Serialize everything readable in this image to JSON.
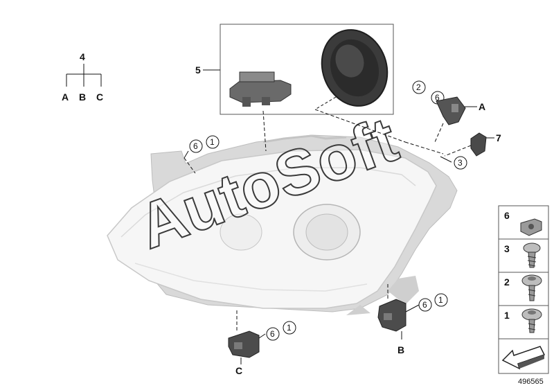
{
  "diagram": {
    "diagram_number": "496565",
    "watermark": "AutoSoft",
    "tree": {
      "parent": "4",
      "children": [
        "A",
        "B",
        "C"
      ]
    },
    "callouts": {
      "kit": "5",
      "cap": "7",
      "screw": "3",
      "bracket_a": {
        "circles": [
          "2",
          "6"
        ],
        "letter": "A"
      },
      "bracket_top_left": {
        "circles": [
          "6",
          "1"
        ]
      },
      "bracket_b": {
        "circles": [
          "6",
          "1"
        ],
        "letter": "B"
      },
      "bracket_c": {
        "circles": [
          "6",
          "1"
        ],
        "letter": "C"
      }
    },
    "legend": [
      {
        "number": "6",
        "part": "clip-nut"
      },
      {
        "number": "3",
        "part": "self-tapping-screw"
      },
      {
        "number": "2",
        "part": "collar-screw"
      },
      {
        "number": "1",
        "part": "flange-screw"
      }
    ]
  }
}
